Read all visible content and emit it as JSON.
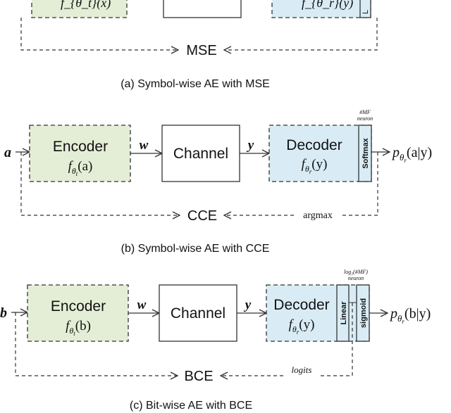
{
  "colors": {
    "encoder_fill": "#e4eed6",
    "decoder_fill": "#d9ecf5",
    "stroke": "#333333"
  },
  "panel_a": {
    "top_left_label": "f_{θ_t}(x)",
    "top_right_label": "f_{θ_r}(y)",
    "strip_label": "L",
    "loss": "MSE",
    "caption": "(a) Symbol-wise AE with MSE"
  },
  "panel_b": {
    "input": "a",
    "encoder_title": "Encoder",
    "encoder_fn_base": "f",
    "encoder_fn_sub": "θ",
    "encoder_fn_subsub": "t",
    "encoder_fn_arg": "(a)",
    "tx_signal": "w",
    "channel": "Channel",
    "rx_signal": "y",
    "decoder_title": "Decoder",
    "decoder_fn_base": "f",
    "decoder_fn_sub": "θ",
    "decoder_fn_subsub": "r",
    "decoder_fn_arg": "(y)",
    "strip": "Softmax",
    "neuron_note_1": "#MF",
    "neuron_note_2": "neuron",
    "output_base": "p",
    "output_sub": "θ",
    "output_subsub": "r",
    "output_arg": "(a|y)",
    "feedback_label": "argmax",
    "loss": "CCE",
    "caption": "(b) Symbol-wise AE with CCE"
  },
  "panel_c": {
    "input": "b",
    "encoder_title": "Encoder",
    "encoder_fn_base": "f",
    "encoder_fn_sub": "θ",
    "encoder_fn_subsub": "t",
    "encoder_fn_arg": "(b)",
    "tx_signal": "w",
    "channel": "Channel",
    "rx_signal": "y",
    "decoder_title": "Decoder",
    "decoder_fn_base": "f",
    "decoder_fn_sub": "θ",
    "decoder_fn_subsub": "r",
    "decoder_fn_arg": "(y)",
    "strip_1": "Linear",
    "strip_2": "sigmoid",
    "neuron_note_1": "log₂(#MF)",
    "neuron_note_2": "neuron",
    "output_base": "p",
    "output_sub": "θ",
    "output_subsub": "r",
    "output_arg": "(b|y)",
    "feedback_label": "logits",
    "loss": "BCE",
    "caption": "(c) Bit-wise AE with BCE"
  }
}
